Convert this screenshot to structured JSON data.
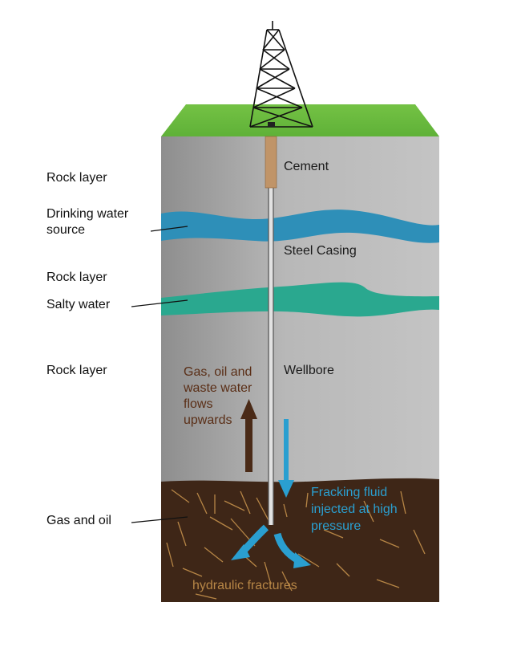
{
  "labels": {
    "rock_layer_1": "Rock layer",
    "drinking_water_line1": "Drinking water",
    "drinking_water_line2": "source",
    "rock_layer_2": "Rock layer",
    "salty_water": "Salty water",
    "rock_layer_3": "Rock layer",
    "gas_and_oil": "Gas and oil"
  },
  "inner_labels": {
    "cement": "Cement",
    "steel_casing": "Steel Casing",
    "wellbore": "Wellbore",
    "upflow_line1": "Gas, oil and",
    "upflow_line2": "waste water",
    "upflow_line3": "flows",
    "upflow_line4": "upwards",
    "fracking_line1": "Fracking fluid",
    "fracking_line2": "injected at high",
    "fracking_line3": "pressure",
    "hydraulic_fractures": "hydraulic fractures"
  },
  "colors": {
    "grass": "#6cbf3f",
    "rock": "#b3b3b3",
    "drinking_water": "#2e8fb8",
    "salty_water": "#2aa88f",
    "gas_oil_layer": "#3e2617",
    "upflow_arrow": "#4a2a17",
    "fracking_arrow": "#2a9fd0",
    "fractures": "#b78646",
    "cement": "#c09468",
    "derrick": "#111111"
  }
}
